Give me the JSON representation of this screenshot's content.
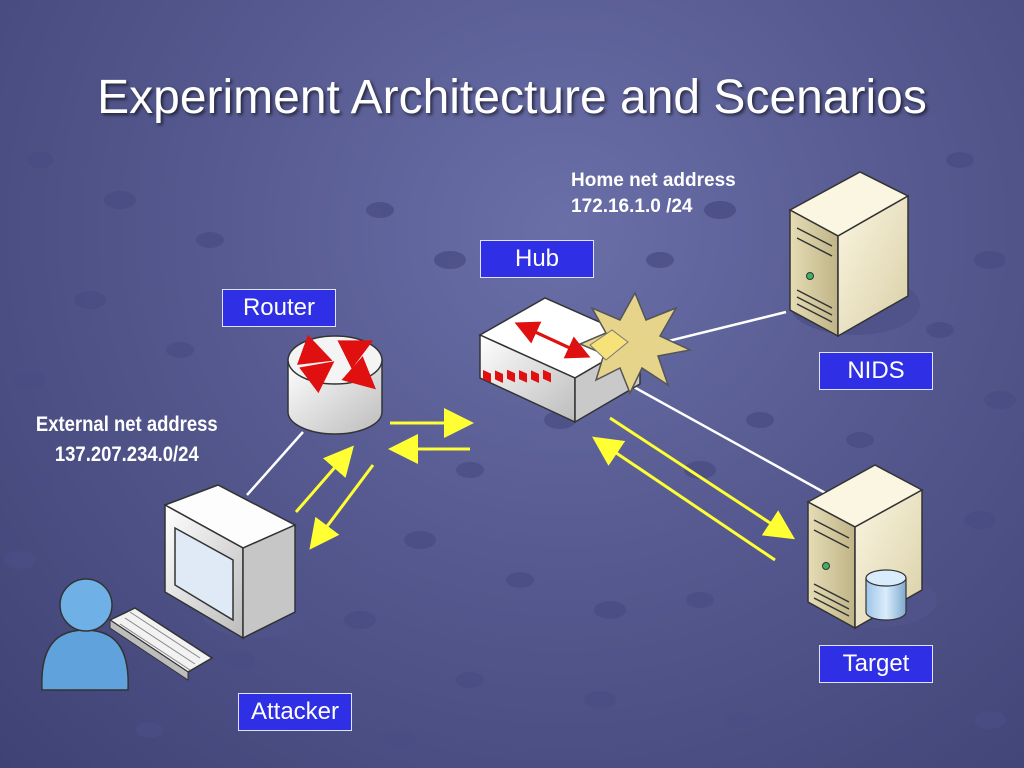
{
  "title": "Experiment Architecture and Scenarios",
  "labels": {
    "router": "Router",
    "hub": "Hub",
    "nids": "NIDS",
    "target": "Target",
    "attacker": "Attacker"
  },
  "notes": {
    "home_net_line1": "Home net address",
    "home_net_line2": "172.16.1.0 /24",
    "external_net_line1": "External net address",
    "external_net_line2": "137.207.234.0/24"
  },
  "colors": {
    "label_bg": "#2f2fe6",
    "arrow": "#ffff33",
    "link": "#ffffff",
    "hub_arrow": "#e01010"
  }
}
